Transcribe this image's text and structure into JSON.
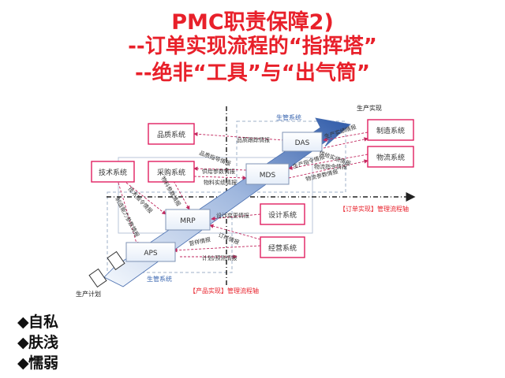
{
  "title": {
    "line1": "PMC职责保障2)",
    "line2": "--订单实现流程的“指挥塔”",
    "line3": "--绝非“工具”与“出气筒”"
  },
  "diagram": {
    "systems": {
      "quality": "品质系统",
      "tech": "技术系统",
      "purchase": "采购系统",
      "das": "DAS",
      "mds": "MDS",
      "mrp": "MRP",
      "aps": "APS",
      "mfg": "制造系统",
      "logistics": "物流系统",
      "design": "设计系统",
      "mgmt": "经营系统"
    },
    "group_labels": {
      "top": "生管系统",
      "bottom": "生管系统"
    },
    "axis_labels": {
      "order": "【订单实现】管理流程轴",
      "product": "【产品实现】管理流程轴"
    },
    "arrow_labels": {
      "prod_realize": "生产实现",
      "prod_plan": "生产计划"
    },
    "flow_labels": {
      "quality_info": "品质跟踪情报",
      "prod_actual": "生产实绩情报",
      "quality_guide": "品质指导情报",
      "prod_instr": "生产指令情报",
      "supply_param": "供给参数情报",
      "material_actual": "物料实绩情报",
      "logistics_instr": "物流指令情报",
      "logistics_param": "物流参数情报",
      "supply_actual": "供给实绩情报",
      "tech_instr": "技术指令情报",
      "material_param": "物料参数情报",
      "capacity_param": "制造能力参数情报",
      "design_change": "设计变更情报",
      "order_info": "订样情报",
      "sales_info": "营样情报",
      "plan_forecast": "计划/预测情报"
    },
    "colors": {
      "title_red": "#e8202a",
      "axis_red": "#e8202a",
      "box_border": "#e02060",
      "arrow_fill": "#3a66b0"
    }
  },
  "bullets": [
    "自私",
    "肤浅",
    "懦弱"
  ]
}
